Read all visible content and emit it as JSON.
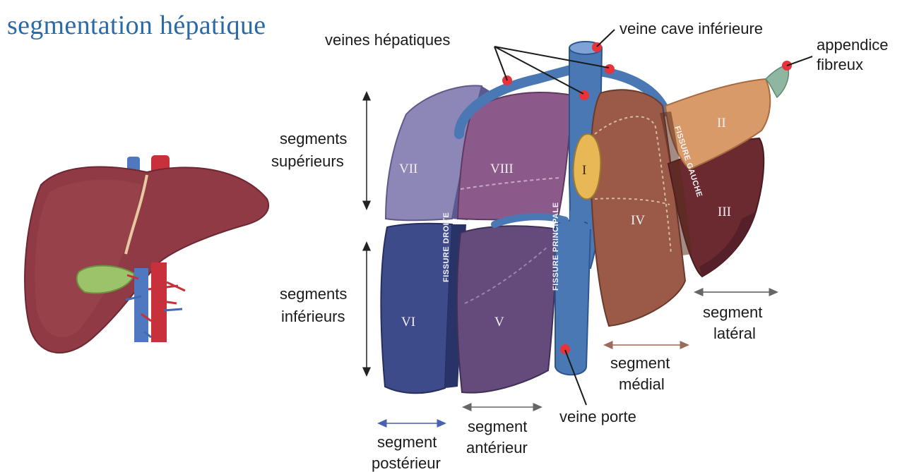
{
  "title": "segmentation hépatique",
  "labels": {
    "veines_hepatiques": "veines hépatiques",
    "veine_cave": "veine cave inférieure",
    "appendice_1": "appendice",
    "appendice_2": "fibreux",
    "seg_sup_1": "segments",
    "seg_sup_2": "supérieurs",
    "seg_inf_1": "segments",
    "seg_inf_2": "inférieurs",
    "veine_porte": "veine porte",
    "seg_lateral_1": "segment",
    "seg_lateral_2": "latéral",
    "seg_medial_1": "segment",
    "seg_medial_2": "médial",
    "seg_anterieur_1": "segment",
    "seg_anterieur_2": "antérieur",
    "seg_posterieur_1": "segment",
    "seg_posterieur_2": "postérieur"
  },
  "segments": {
    "I": "I",
    "II": "II",
    "III": "III",
    "IV": "IV",
    "V": "V",
    "VI": "VI",
    "VII": "VII",
    "VIII": "VIII"
  },
  "fissures": {
    "droite": "FISSURE DROITE",
    "principale": "FISSURE PRINCIPALE",
    "gauche": "FISSURE GAUCHE"
  },
  "colors": {
    "title": "#2a6aa8",
    "vein": "#4a78b5",
    "marker": "#e8333b",
    "seg_vii": "#8c87b6",
    "seg_viii": "#8c5a8a",
    "seg_vi": "#3d4b8a",
    "seg_v": "#654a7c",
    "seg_iv": "#9a5a47",
    "seg_ii": "#d99a6a",
    "seg_iii": "#6b2a30",
    "liver": "#8f3a44"
  }
}
